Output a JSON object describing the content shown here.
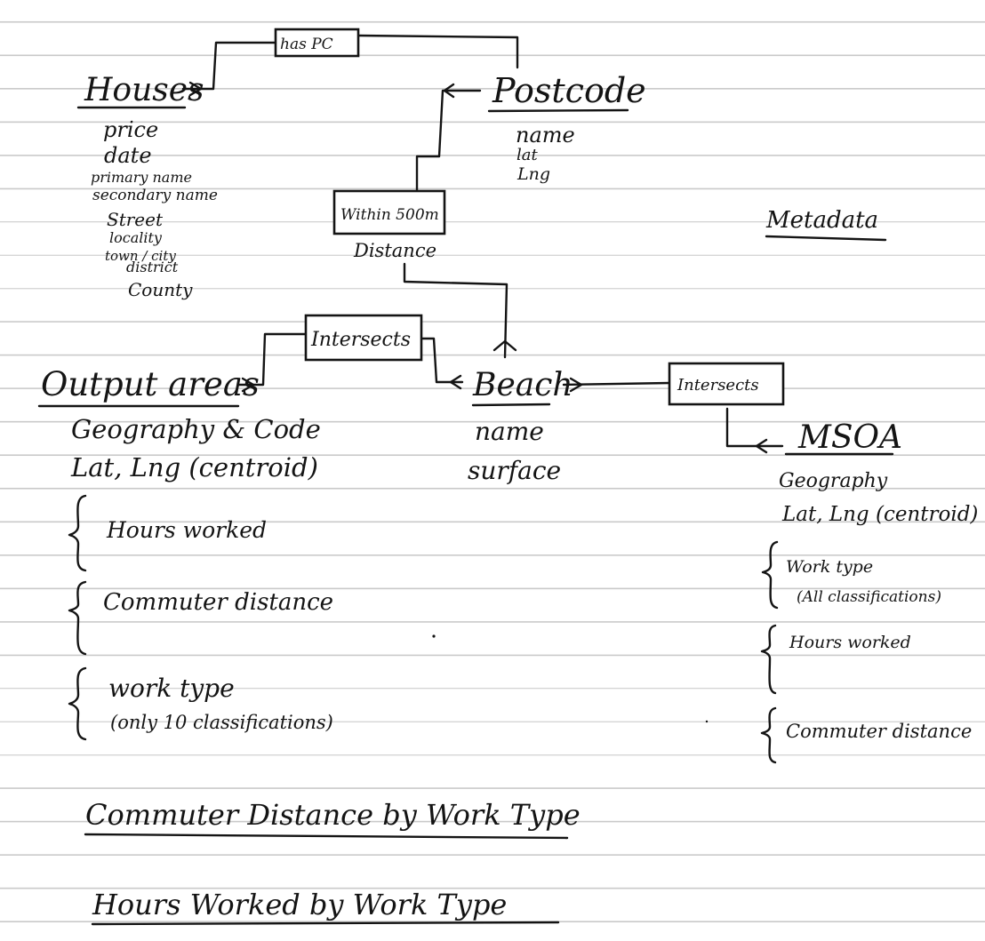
{
  "entities": {
    "houses": {
      "title": "Houses",
      "attributes": [
        "price",
        "date",
        "primary name",
        "secondary name",
        "Street",
        "locality",
        "town / city",
        "district",
        "County"
      ]
    },
    "postcode": {
      "title": "Postcode",
      "attributes": [
        "name",
        "lat",
        "Lng"
      ]
    },
    "output_areas": {
      "title": "Output areas",
      "attributes": [
        "Geography & Code",
        "Lat, Lng (centroid)"
      ]
    },
    "beach": {
      "title": "Beach",
      "attributes": [
        "name",
        "surface"
      ]
    },
    "msoa": {
      "title": "MSOA",
      "attributes": [
        "Geography",
        "Lat, Lng (centroid)"
      ]
    }
  },
  "relations": {
    "has_pc": "has PC",
    "within_500m": "Within 500m",
    "within_attr": "Distance",
    "intersects_left": "Intersects",
    "intersects_right": "Intersects"
  },
  "groups": {
    "output_areas": [
      "Hours worked",
      "Commuter distance",
      "work type",
      "(only 10 classifications)"
    ],
    "msoa": [
      "Work type",
      "(All classifications)",
      "Hours worked",
      "Commuter distance"
    ]
  },
  "metadata_label": "Metadata",
  "bottom_titles": [
    "Commuter Distance by Work Type",
    "Hours Worked by Work Type"
  ]
}
